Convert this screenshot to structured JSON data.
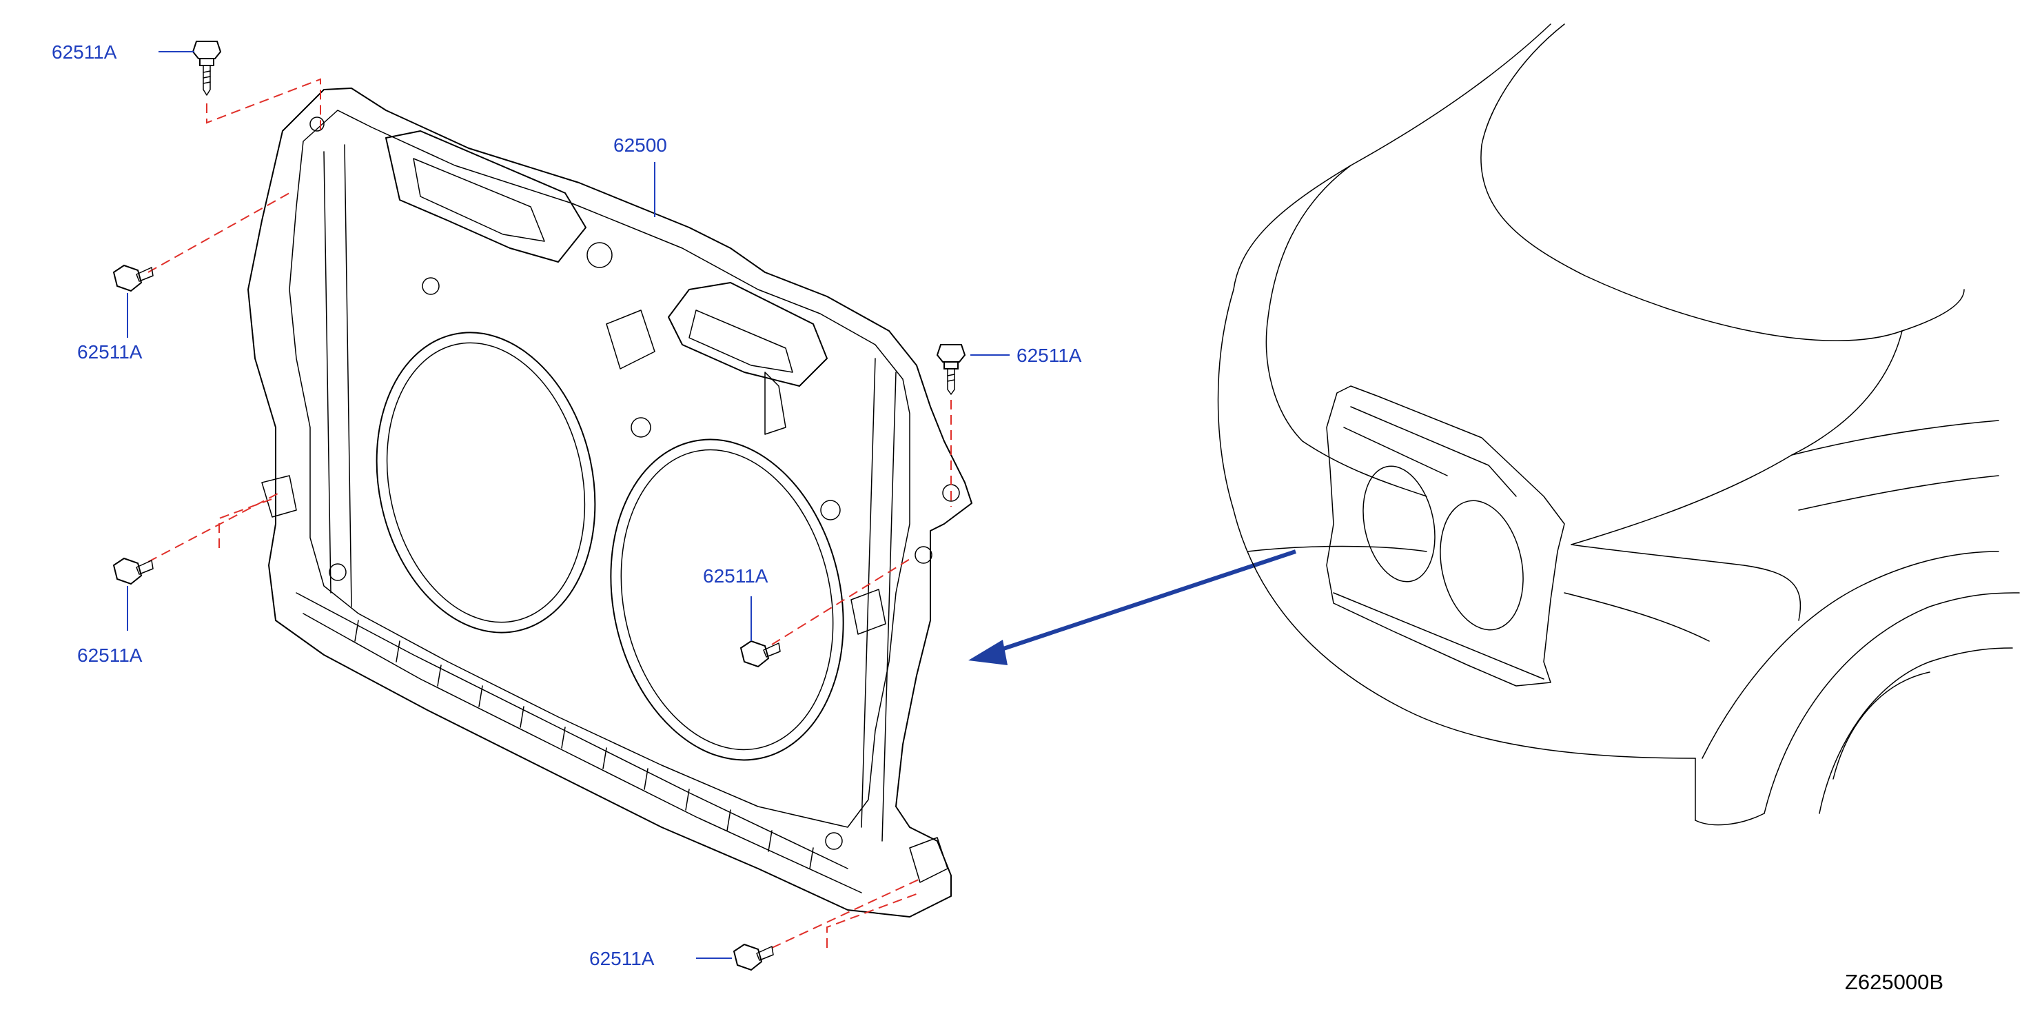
{
  "diagram_code": "Z625000B",
  "parts": {
    "main_panel": "62500",
    "bolt_top_left": "62511A",
    "bolt_left_upper": "62511A",
    "bolt_right_upper": "62511A",
    "bolt_center": "62511A",
    "bolt_left_lower": "62511A",
    "bolt_bottom": "62511A"
  },
  "colors": {
    "callout_text": "#1f3fbf",
    "leader": "#1f3fbf",
    "install_dash": "#e0302a",
    "arrow": "#1f3fa0",
    "outline": "#000000"
  },
  "icons": [
    "bolt-icon",
    "radiator-core-support-panel",
    "vehicle-front-outline",
    "location-arrow"
  ]
}
